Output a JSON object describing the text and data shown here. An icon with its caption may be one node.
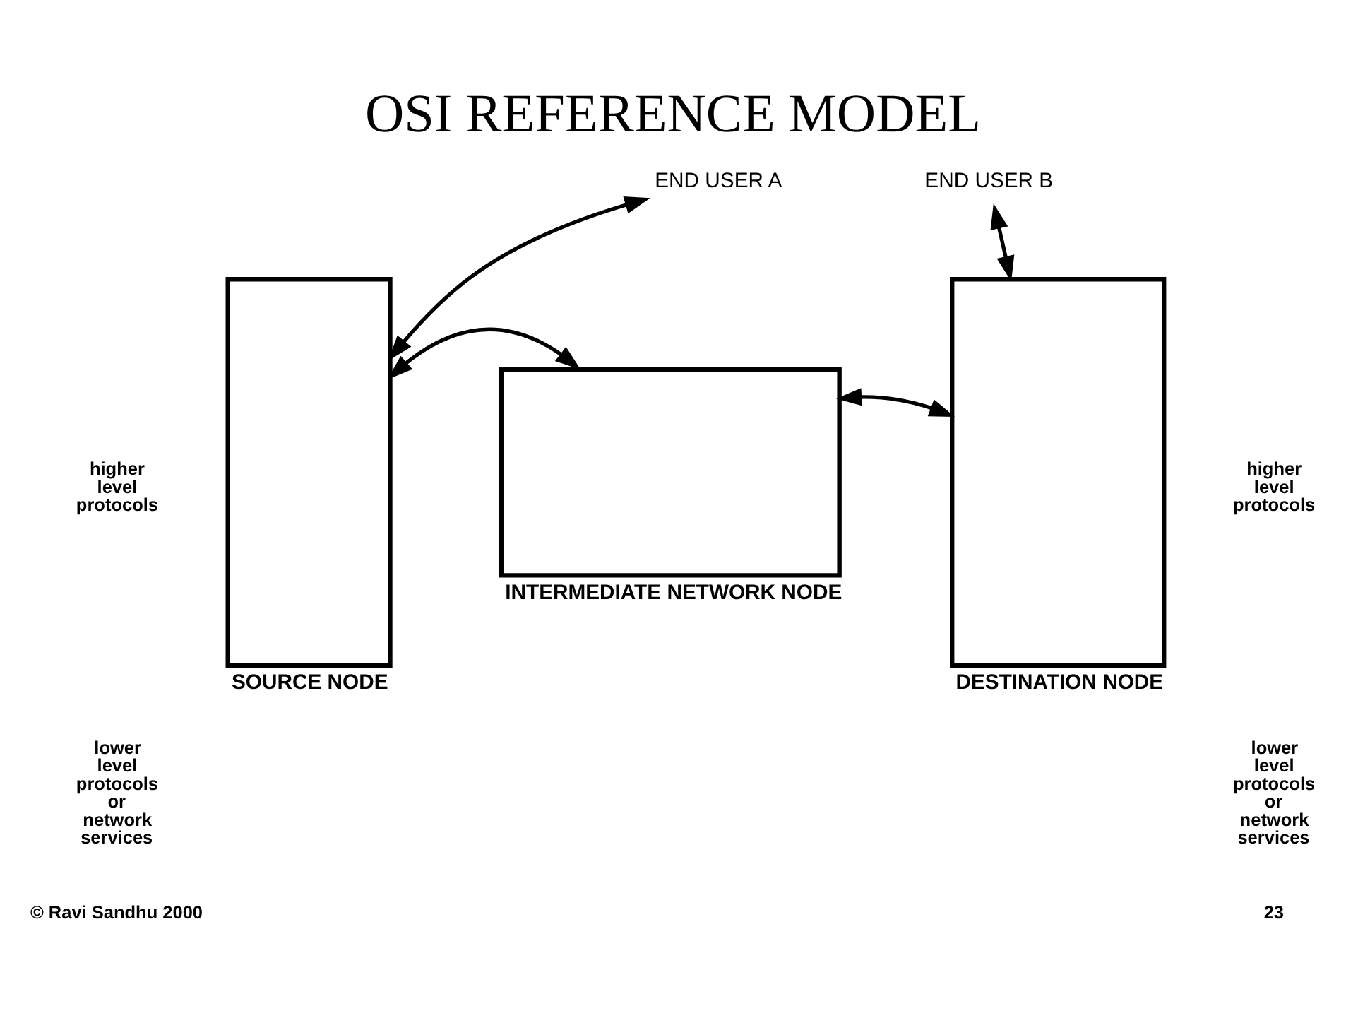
{
  "diagram": {
    "title": "OSI REFERENCE MODEL",
    "nodes": [
      {
        "text": [
          "END USER A"
        ]
      },
      {
        "text": [],
        "shape": "box",
        "beside": [
          "SOURCE NODE"
        ]
      },
      {
        "text": [],
        "shape": "box",
        "beside": [
          "INTERMEDIATE NETWORK NODE"
        ]
      },
      {
        "text": [],
        "shape": "box",
        "beside": [
          "DESTINATION NODE"
        ]
      },
      {
        "text": [
          "END USER B"
        ]
      }
    ],
    "edges": [
      {
        "from": 0,
        "to": 1,
        "arrow": "both"
      },
      {
        "from": 1,
        "to": 2,
        "arrow": "both"
      },
      {
        "from": 2,
        "to": 3,
        "arrow": "both"
      },
      {
        "from": 4,
        "to": 3,
        "arrow": "both"
      }
    ],
    "labels": [
      "higher level protocols",
      "higher level protocols",
      "lower level protocols or network services",
      "lower level protocols or network services",
      "© Ravi Sandhu 2000",
      "23"
    ]
  }
}
